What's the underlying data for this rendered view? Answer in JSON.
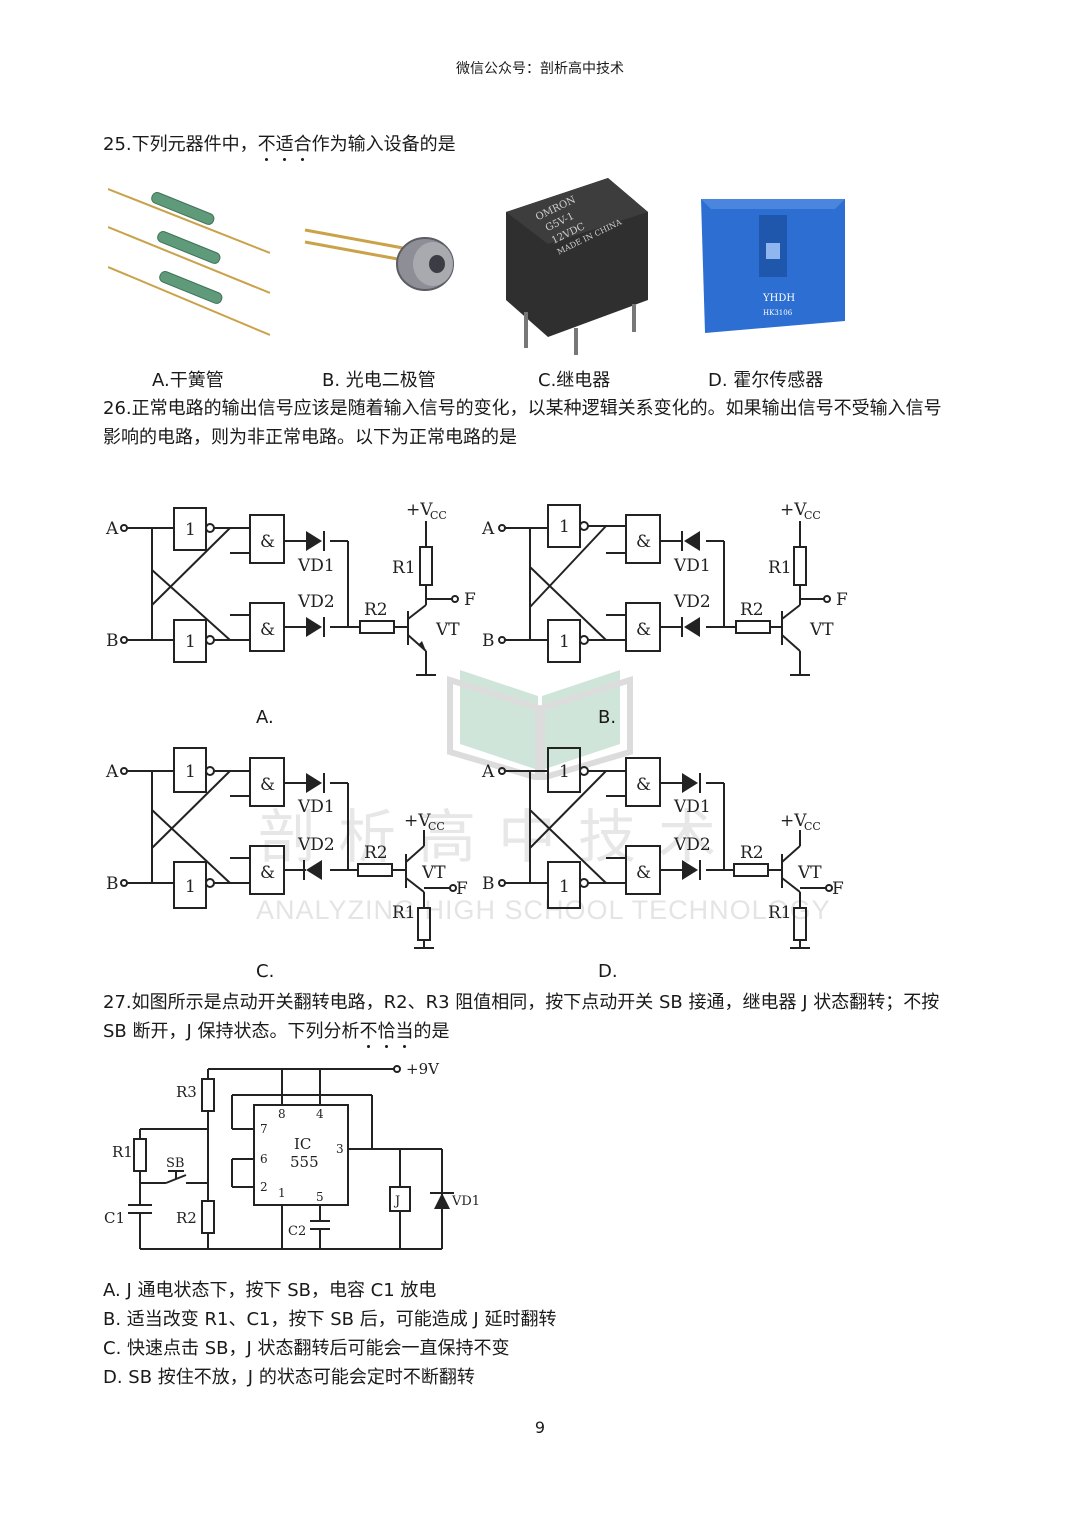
{
  "header": "微信公众号：剖析高中技术",
  "q25": {
    "stem_a": "25.下列元器件中，",
    "stem_em1": "不",
    "stem_em2": "适",
    "stem_em3": "合",
    "stem_b": "作为输入设备的是",
    "options": [
      "A.干簧管",
      "B.  光电二极管",
      "C.继电器",
      "D.  霍尔传感器"
    ],
    "relay_text": [
      "OMRON",
      "G5V-1",
      "12VDC",
      "MADE IN CHINA"
    ],
    "hall_brand": "YHDH",
    "hall_model": "HK3106"
  },
  "q26": {
    "line1": "26.正常电路的输出信号应该是随着输入信号的变化，以某种逻辑关系变化的。如果输出信号不受输入信号",
    "line2": "影响的电路，则为非正常电路。以下为正常电路的是",
    "option_labels": [
      "A.",
      "B.",
      "C.",
      "D."
    ],
    "circuit_labels": {
      "A": "A",
      "B": "B",
      "not": "1",
      "and": "&",
      "vd1": "VD1",
      "vd2": "VD2",
      "r1": "R1",
      "r2": "R2",
      "vcc": "+V",
      "vcc_sub": "CC",
      "vt": "VT",
      "f": "F"
    }
  },
  "q27": {
    "line1": "27.如图所示是点动开关翻转电路，R2、R3 阻值相同，按下点动开关 SB 接通，继电器 J 状态翻转；不按",
    "line2_a": "SB 断开，J 保持状态。下列分析",
    "line2_em1": "不",
    "line2_em2": "恰",
    "line2_em3": "当",
    "line2_b": "的是",
    "circuit_labels": {
      "supply": "+9V",
      "r1": "R1",
      "r2": "R2",
      "r3": "R3",
      "c1": "C1",
      "c2": "C2",
      "sb": "SB",
      "ic": "IC",
      "ic_model": "555",
      "j": "J",
      "vd1": "VD1",
      "pins": [
        "8",
        "4",
        "7",
        "6",
        "2",
        "1",
        "5",
        "3"
      ]
    },
    "options": [
      "A.  J 通电状态下，按下 SB，电容 C1 放电",
      "B.  适当改变 R1、C1，按下 SB 后，可能造成 J 延时翻转",
      "C.  快速点击 SB，J 状态翻转后可能会一直保持不变",
      "D.  SB 按住不放，J 的状态可能会定时不断翻转"
    ]
  },
  "watermark": {
    "cn": "剖析高中技术",
    "en": "ANALYZING HIGH SCHOOL TECHNOLOGY"
  },
  "page_number": "9"
}
